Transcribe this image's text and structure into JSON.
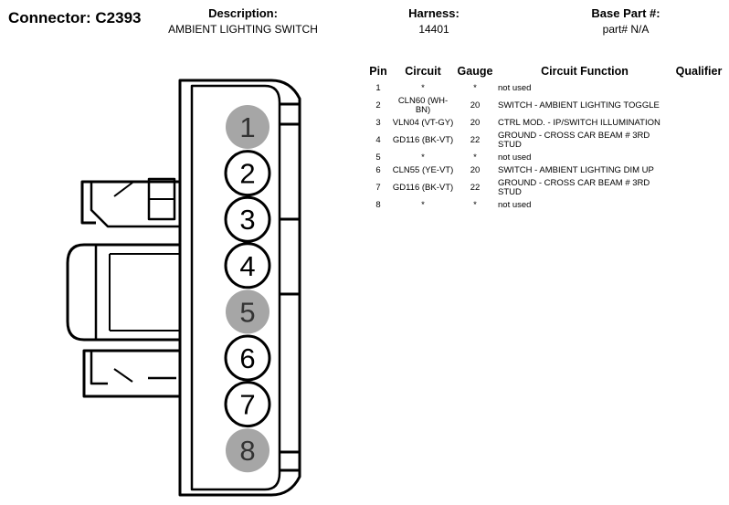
{
  "header": {
    "connector_label": "Connector: C2393",
    "description_label": "Description:",
    "description_value": "AMBIENT LIGHTING SWITCH",
    "harness_label": "Harness:",
    "harness_value": "14401",
    "basepart_label": "Base Part #:",
    "basepart_value": "part# N/A"
  },
  "table": {
    "headers": {
      "pin": "Pin",
      "circuit": "Circuit",
      "gauge": "Gauge",
      "function": "Circuit Function",
      "qualifier": "Qualifier"
    },
    "rows": [
      {
        "pin": "1",
        "circuit": "*",
        "gauge": "*",
        "function": "not used",
        "qualifier": ""
      },
      {
        "pin": "2",
        "circuit": "CLN60 (WH-BN)",
        "gauge": "20",
        "function": "SWITCH - AMBIENT LIGHTING TOGGLE",
        "qualifier": ""
      },
      {
        "pin": "3",
        "circuit": "VLN04 (VT-GY)",
        "gauge": "20",
        "function": "CTRL MOD. - IP/SWITCH ILLUMINATION",
        "qualifier": ""
      },
      {
        "pin": "4",
        "circuit": "GD116 (BK-VT)",
        "gauge": "22",
        "function": "GROUND - CROSS CAR BEAM # 3RD STUD",
        "qualifier": ""
      },
      {
        "pin": "5",
        "circuit": "*",
        "gauge": "*",
        "function": "not used",
        "qualifier": ""
      },
      {
        "pin": "6",
        "circuit": "CLN55 (YE-VT)",
        "gauge": "20",
        "function": "SWITCH - AMBIENT LIGHTING DIM UP",
        "qualifier": ""
      },
      {
        "pin": "7",
        "circuit": "GD116 (BK-VT)",
        "gauge": "22",
        "function": "GROUND - CROSS CAR BEAM # 3RD STUD",
        "qualifier": ""
      },
      {
        "pin": "8",
        "circuit": "*",
        "gauge": "*",
        "function": "not used",
        "qualifier": ""
      }
    ]
  },
  "connector": {
    "pins": [
      {
        "label": "1",
        "used": false
      },
      {
        "label": "2",
        "used": true
      },
      {
        "label": "3",
        "used": true
      },
      {
        "label": "4",
        "used": true
      },
      {
        "label": "5",
        "used": false
      },
      {
        "label": "6",
        "used": true
      },
      {
        "label": "7",
        "used": true
      },
      {
        "label": "8",
        "used": false
      }
    ],
    "colors": {
      "unused_fill": "#a6a6a6",
      "used_fill": "#ffffff",
      "outline": "#000000"
    }
  }
}
